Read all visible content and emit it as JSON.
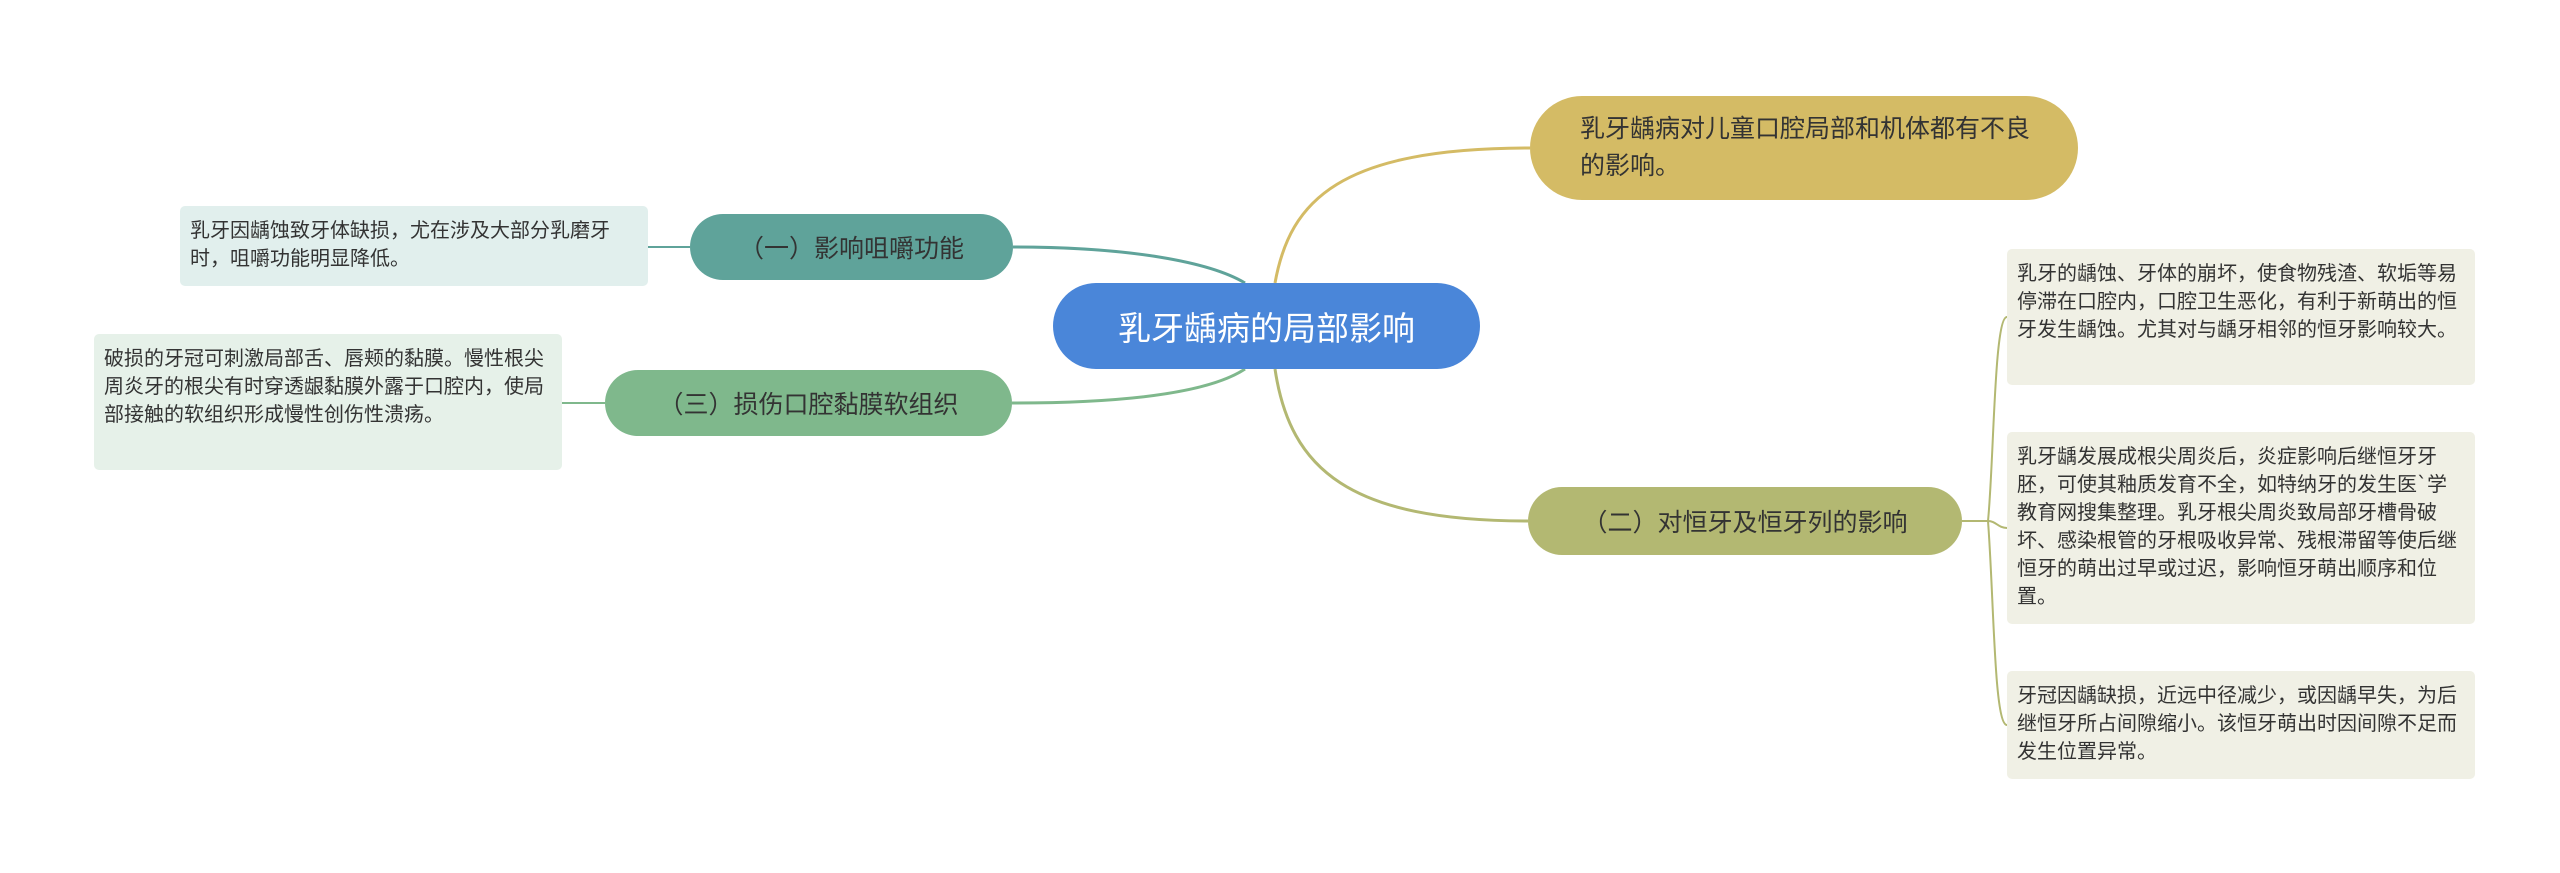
{
  "mindmap": {
    "root": "乳牙龋病的局部影响",
    "top_note": "乳牙龋病对儿童口腔局部和机体都有不良的影响。",
    "branch1": {
      "label": "（一）影响咀嚼功能",
      "detail": "乳牙因龋蚀致牙体缺损，尤在涉及大部分乳磨牙时，咀嚼功能明显降低。"
    },
    "branch2": {
      "label": "（二）对恒牙及恒牙列的影响",
      "details": [
        "乳牙的龋蚀、牙体的崩坏，使食物残渣、软垢等易停滞在口腔内，口腔卫生恶化，有利于新萌出的恒牙发生龋蚀。尤其对与龋牙相邻的恒牙影响较大。",
        "乳牙龋发展成根尖周炎后，炎症影响后继恒牙牙胚，可使其釉质发育不全，如特纳牙的发生医`学教育网搜集整理。乳牙根尖周炎致局部牙槽骨破坏、感染根管的牙根吸收异常、残根滞留等使后继恒牙的萌出过早或过迟，影响恒牙萌出顺序和位置。",
        "牙冠因龋缺损，近远中径减少，或因龋早失，为后继恒牙所占间隙缩小。该恒牙萌出时因间隙不足而发生位置异常。"
      ]
    },
    "branch3": {
      "label": "（三）损伤口腔黏膜软组织",
      "detail": "破损的牙冠可刺激局部舌、唇颊的黏膜。慢性根尖周炎牙的根尖有时穿透龈黏膜外露于口腔内，使局部接触的软组织形成慢性创伤性溃疡。"
    }
  },
  "colors": {
    "root": "#4a86d9",
    "top_note": "#d4bb65",
    "branch1": "#5fa39a",
    "branch2": "#b3b872",
    "branch3": "#7fb88c",
    "card_left1": "#e1efed",
    "card_left3": "#e6f1e9",
    "card_right": "#f0f0e5"
  }
}
